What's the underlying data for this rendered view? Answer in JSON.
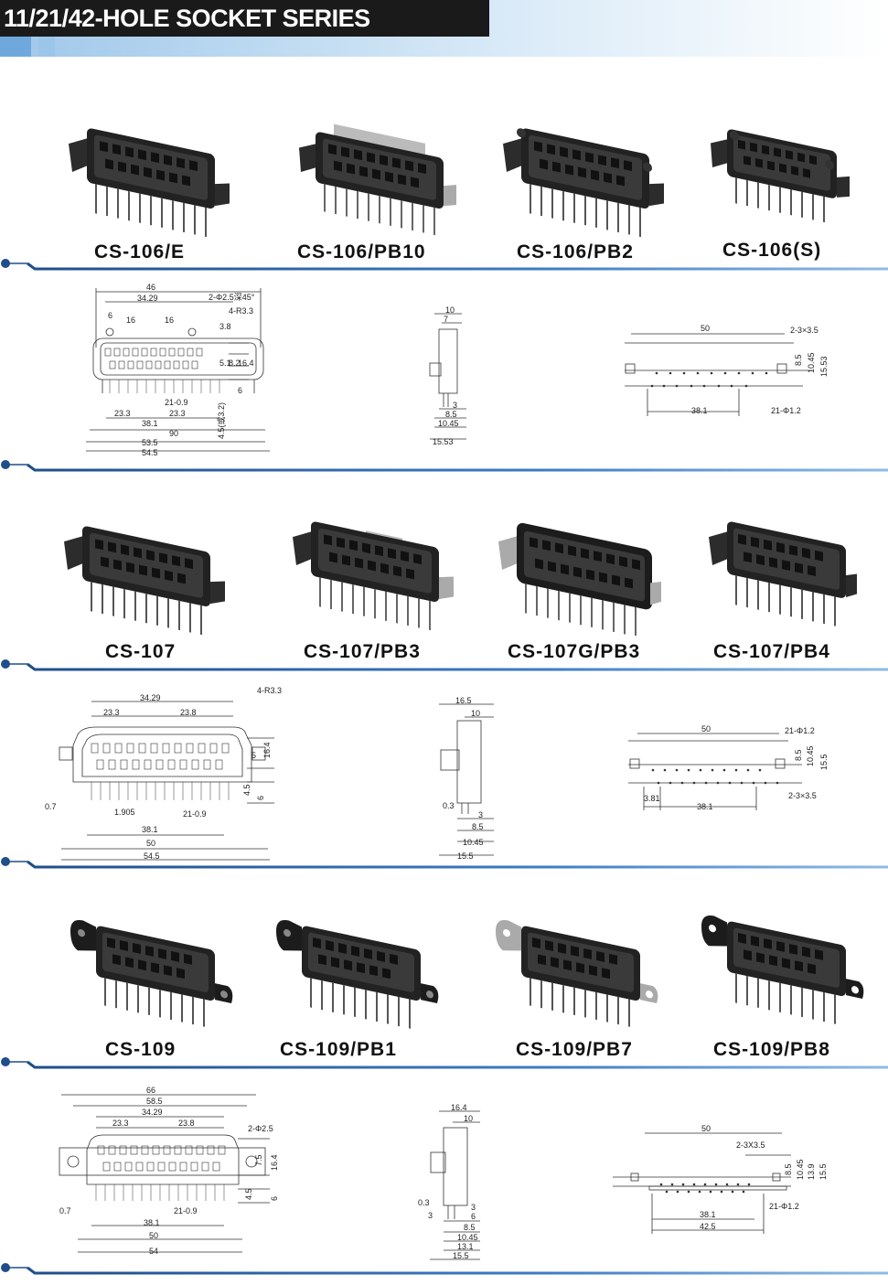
{
  "header": {
    "title": "11/21/42-HOLE SOCKET SERIES"
  },
  "rows": [
    {
      "labels": [
        "CS-106/E",
        "CS-106/PB10",
        "CS-106/PB2",
        "CS-106(S)"
      ]
    },
    {
      "labels": [
        "CS-107",
        "CS-107/PB3",
        "CS-107G/PB3",
        "CS-107/PB4"
      ]
    },
    {
      "labels": [
        "CS-109",
        "CS-109/PB1",
        "CS-109/PB7",
        "CS-109/PB8"
      ]
    }
  ],
  "drawings": {
    "d1": {
      "front": [
        "46",
        "34.29",
        "2-Φ2.5深45°",
        "4-R3.3",
        "6",
        "16",
        "16",
        "3.8",
        "5.1",
        "8.2",
        "16.4",
        "6",
        "21-0.9",
        "23.3",
        "23.3",
        "38.1",
        "90",
        "53.5",
        "54.5",
        "4.5(或3.2)"
      ],
      "side": [
        "10",
        "7",
        "3",
        "8.5",
        "10.45",
        "15.53"
      ],
      "bottom": [
        "50",
        "2-3×3.5",
        "8.5",
        "10.45",
        "15.53",
        "38.1",
        "21-Φ1.2"
      ]
    },
    "d2": {
      "front": [
        "34.29",
        "4-R3.3",
        "23.3",
        "23.8",
        "5",
        "16.4",
        "4.5",
        "6",
        "0.7",
        "1.905",
        "21-0.9",
        "38.1",
        "50",
        "54.5"
      ],
      "side": [
        "16.5",
        "10",
        "0.3",
        "3",
        "8.5",
        "10.45",
        "15.5"
      ],
      "bottom": [
        "50",
        "21-Φ1.2",
        "8.5",
        "10.45",
        "15.5",
        "3.81",
        "38.1",
        "2-3×3.5"
      ]
    },
    "d3": {
      "front": [
        "66",
        "58.5",
        "34.29",
        "23.3",
        "23.8",
        "2-Φ2.5",
        "7.5",
        "16.4",
        "4.5",
        "6",
        "0.7",
        "21-0.9",
        "38.1",
        "50",
        "54"
      ],
      "side": [
        "16.4",
        "10",
        "0.3",
        "3",
        "3",
        "6",
        "8.5",
        "10.45",
        "13.1",
        "15.5"
      ],
      "bottom": [
        "50",
        "2-3X3.5",
        "8.5",
        "10.45",
        "13.9",
        "15.5",
        "38.1",
        "42.5",
        "21-Φ1.2"
      ]
    }
  }
}
